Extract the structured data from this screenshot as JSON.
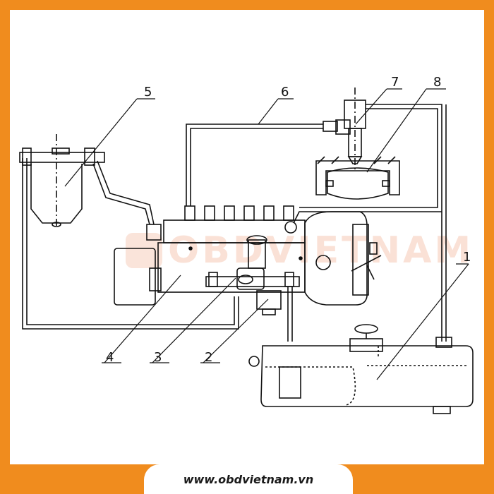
{
  "footer": {
    "url": "www.obdvietnam.vn"
  },
  "watermark": {
    "text": "OBDVIETNAM"
  },
  "diagram": {
    "labels": [
      "1",
      "2",
      "3",
      "4",
      "5",
      "6",
      "7",
      "8"
    ]
  },
  "colors": {
    "frame": "#f08c1e",
    "line": "#111111",
    "watermark": "#f6c9b6"
  }
}
